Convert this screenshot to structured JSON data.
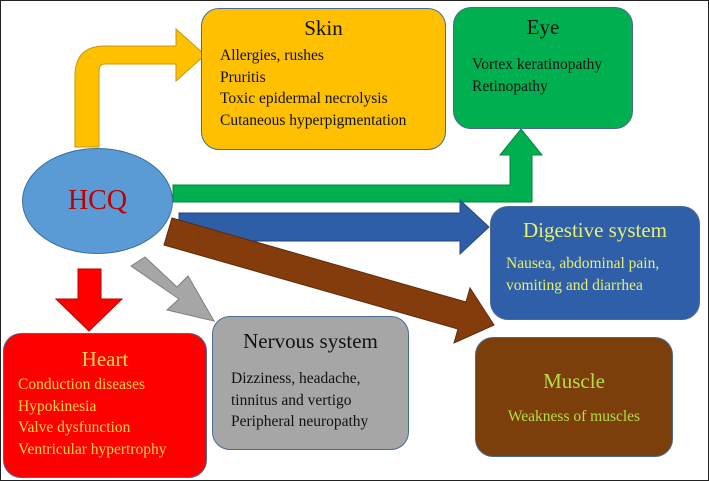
{
  "center": {
    "label": "HCQ",
    "color": "#5b9bd5",
    "text_color": "#c00000"
  },
  "boxes": {
    "skin": {
      "title": "Skin",
      "items": [
        "Allergies, rushes",
        "Pruritis",
        "Toxic epidermal necrolysis",
        "Cutaneous hyperpigmentation"
      ],
      "color": "#fec000"
    },
    "eye": {
      "title": "Eye",
      "items": [
        "Vortex keratinopathy",
        "Retinopathy"
      ],
      "color": "#00b050"
    },
    "digestive": {
      "title": "Digestive system",
      "items": [
        "Nausea, abdominal pain,",
        "vomiting and diarrhea"
      ],
      "color": "#2f5fa8"
    },
    "muscle": {
      "title": "Muscle",
      "items": [
        "Weakness of muscles"
      ],
      "color": "#7c3e0a"
    },
    "nervous": {
      "title": "Nervous system",
      "items": [
        "Dizziness, headache,",
        "tinnitus and vertigo",
        "Peripheral neuropathy"
      ],
      "color": "#a6a6a6"
    },
    "heart": {
      "title": "Heart",
      "items": [
        "Conduction diseases",
        "Hypokinesia",
        "Valve dysfunction",
        "Ventricular hypertrophy"
      ],
      "color": "#ff0000"
    }
  },
  "arrows": [
    {
      "from": "HCQ",
      "to": "Skin",
      "color": "#ffc000"
    },
    {
      "from": "HCQ",
      "to": "Eye",
      "color": "#00b050"
    },
    {
      "from": "HCQ",
      "to": "Digestive system",
      "color": "#2e5ea8"
    },
    {
      "from": "HCQ",
      "to": "Muscle",
      "color": "#843c0c"
    },
    {
      "from": "HCQ",
      "to": "Nervous system",
      "color": "#a6a6a6"
    },
    {
      "from": "HCQ",
      "to": "Heart",
      "color": "#ff0000"
    }
  ]
}
